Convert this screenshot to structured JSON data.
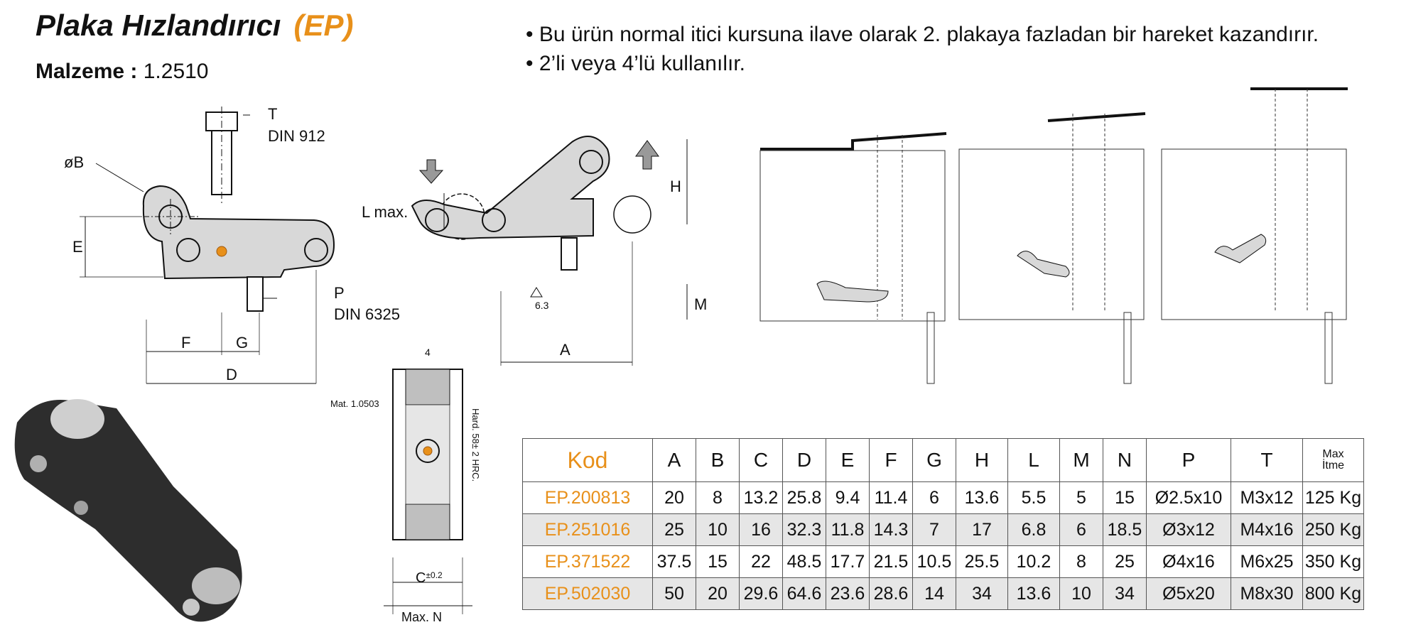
{
  "header": {
    "title": "Plaka Hızlandırıcı",
    "code": "(EP)",
    "material_label": "Malzeme :",
    "material_value": "1.2510"
  },
  "bullets": [
    "Bu ürün normal itici kursuna ilave olarak 2. plakaya fazladan bir hareket kazandırır.",
    "2’li veya 4’lü kullanılır."
  ],
  "drawing_labels": {
    "diameter_b": "øB",
    "t": "T",
    "din912": "DIN 912",
    "p": "P",
    "din6325": "DIN 6325",
    "e": "E",
    "f": "F",
    "g": "G",
    "d": "D",
    "h": "H",
    "l_max": "L max.",
    "m": "M",
    "a": "A",
    "roughness": "6.3",
    "four": "4",
    "mat": "Mat. 1.0503",
    "hard": "Hard. 58± 2 HRC.",
    "c": "C",
    "c_tol": "±0.2",
    "max_n": "Max. N"
  },
  "table": {
    "headers": [
      "Kod",
      "A",
      "B",
      "C",
      "D",
      "E",
      "F",
      "G",
      "H",
      "L",
      "M",
      "N",
      "P",
      "T"
    ],
    "max_header_line1": "Max",
    "max_header_line2": "İtme",
    "rows": [
      [
        "EP.200813",
        "20",
        "8",
        "13.2",
        "25.8",
        "9.4",
        "11.4",
        "6",
        "13.6",
        "5.5",
        "5",
        "15",
        "Ø2.5x10",
        "M3x12",
        "125 Kg"
      ],
      [
        "EP.251016",
        "25",
        "10",
        "16",
        "32.3",
        "11.8",
        "14.3",
        "7",
        "17",
        "6.8",
        "6",
        "18.5",
        "Ø3x12",
        "M4x16",
        "250 Kg"
      ],
      [
        "EP.371522",
        "37.5",
        "15",
        "22",
        "48.5",
        "17.7",
        "21.5",
        "10.5",
        "25.5",
        "10.2",
        "8",
        "25",
        "Ø4x16",
        "M6x25",
        "350 Kg"
      ],
      [
        "EP.502030",
        "50",
        "20",
        "29.6",
        "64.6",
        "23.6",
        "28.6",
        "14",
        "34",
        "13.6",
        "10",
        "34",
        "Ø5x20",
        "M8x30",
        "800 Kg"
      ]
    ]
  },
  "colors": {
    "accent": "#e8901a",
    "part_fill": "#d8d8d8",
    "row_alt": "#e6e6e6"
  }
}
